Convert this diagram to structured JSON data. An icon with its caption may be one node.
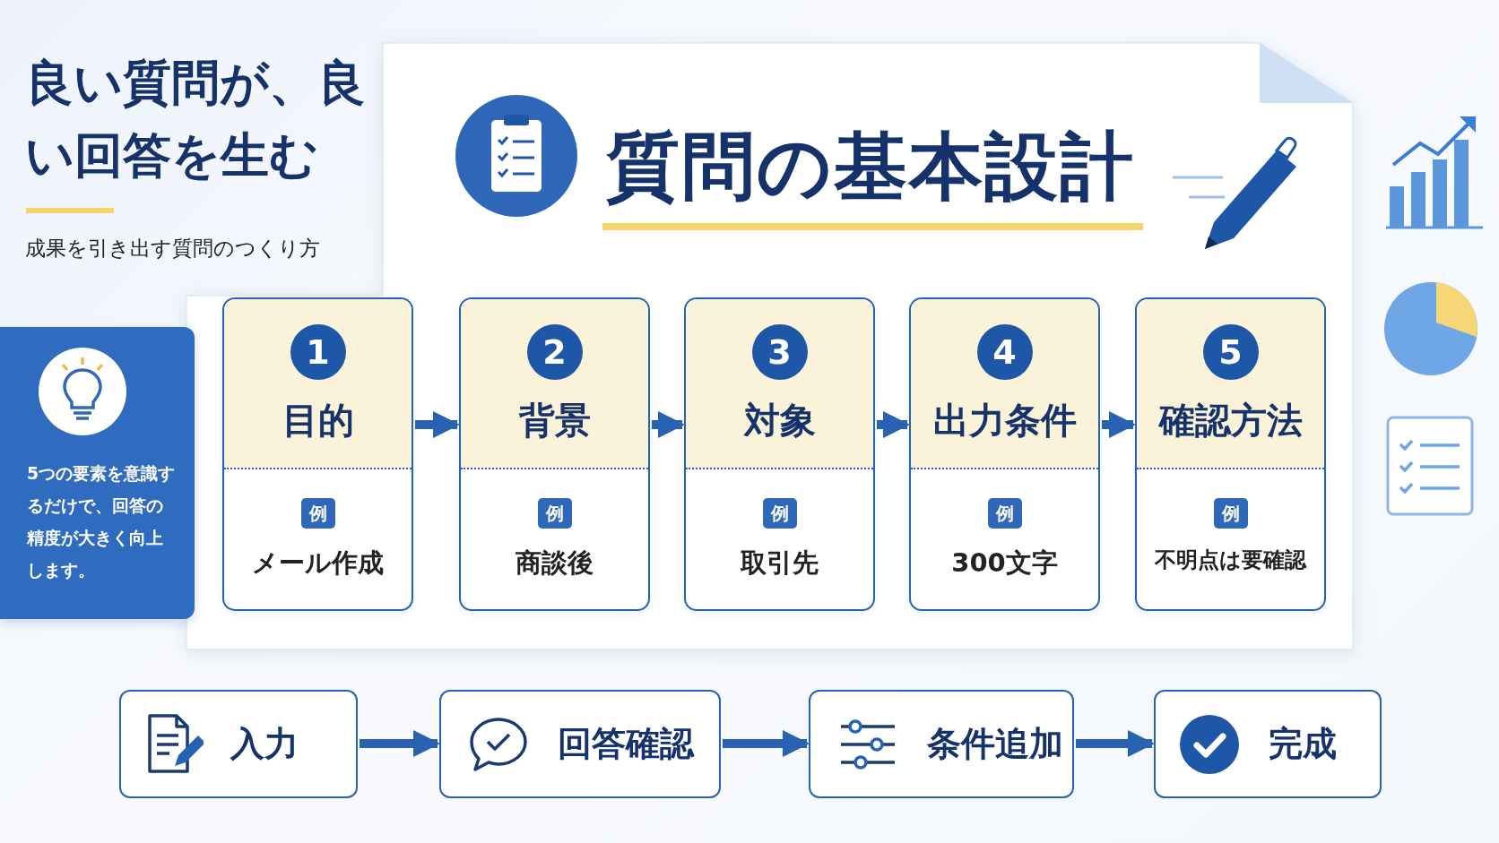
{
  "diagram": {
    "title": "質問の基本設計",
    "nodes": [
      {
        "text": [
          "5つの要素を意識するだけで、回答の精度が大きく向上します。"
        ]
      },
      {
        "text": [
          "1",
          "目的",
          "例",
          "メール作成"
        ]
      },
      {
        "text": [
          "2",
          "背景",
          "例",
          "商談後"
        ]
      },
      {
        "text": [
          "3",
          "対象",
          "例",
          "取引先"
        ]
      },
      {
        "text": [
          "4",
          "出力条件",
          "例",
          "300文字"
        ]
      },
      {
        "text": [
          "5",
          "確認方法",
          "例",
          "不明点は要確認"
        ]
      },
      {
        "text": [
          "入力"
        ]
      },
      {
        "text": [
          "回答確認"
        ]
      },
      {
        "text": [
          "条件追加"
        ]
      },
      {
        "text": [
          "完成"
        ]
      }
    ],
    "edges": [
      {
        "from": 1,
        "to": 2,
        "arrow": "to"
      },
      {
        "from": 2,
        "to": 3,
        "arrow": "to"
      },
      {
        "from": 3,
        "to": 4,
        "arrow": "to"
      },
      {
        "from": 4,
        "to": 5,
        "arrow": "to"
      },
      {
        "from": 6,
        "to": 7,
        "arrow": "to"
      },
      {
        "from": 7,
        "to": 8,
        "arrow": "to"
      },
      {
        "from": 8,
        "to": 9,
        "arrow": "to"
      }
    ],
    "labels": [
      "良い質問が、良い回答を生む",
      "成果を引き出す質問のつくり方"
    ]
  }
}
